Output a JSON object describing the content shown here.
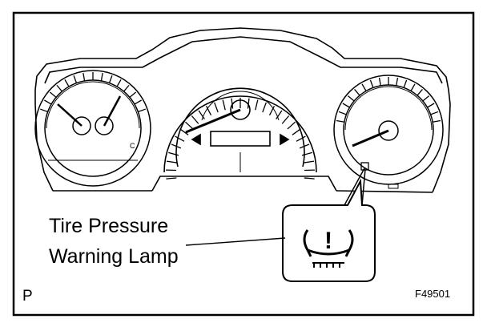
{
  "diagram": {
    "callout_label_line1": "Tire Pressure",
    "callout_label_line2": "Warning Lamp",
    "corner_left_mark": "P",
    "figure_code": "F49501",
    "warning_symbol": "!",
    "icons": [
      "instrument-cluster",
      "tachometer-gauge",
      "speedometer-gauge",
      "fuel-temp-gauges",
      "tire-pressure-warning-icon"
    ]
  }
}
